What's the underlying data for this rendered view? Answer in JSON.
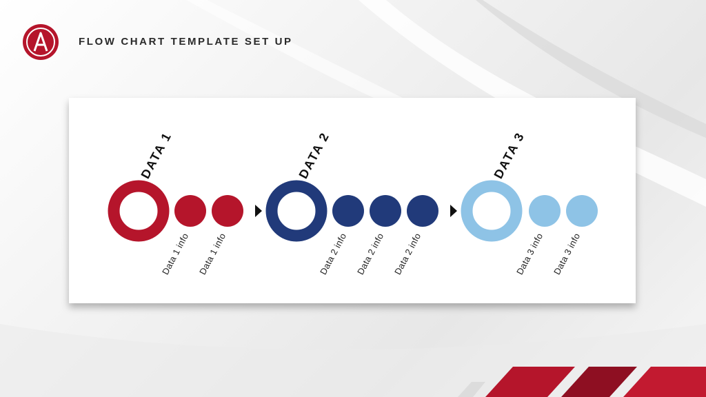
{
  "header": {
    "title": "FLOW CHART TEMPLATE SET UP",
    "logo_letter": "A"
  },
  "colors": {
    "brand_red": "#b5152b",
    "navy": "#213a7a",
    "light_blue": "#8ec3e6"
  },
  "stages": [
    {
      "label": "DATA 1",
      "color": "#b5152b",
      "info": [
        "Data 1 info",
        "Data 1 info"
      ]
    },
    {
      "label": "DATA 2",
      "color": "#213a7a",
      "info": [
        "Data 2 info",
        "Data 2 info",
        "Data 2 info"
      ]
    },
    {
      "label": "DATA 3",
      "color": "#8ec3e6",
      "info": [
        "Data 3 info",
        "Data 3 info"
      ]
    }
  ]
}
